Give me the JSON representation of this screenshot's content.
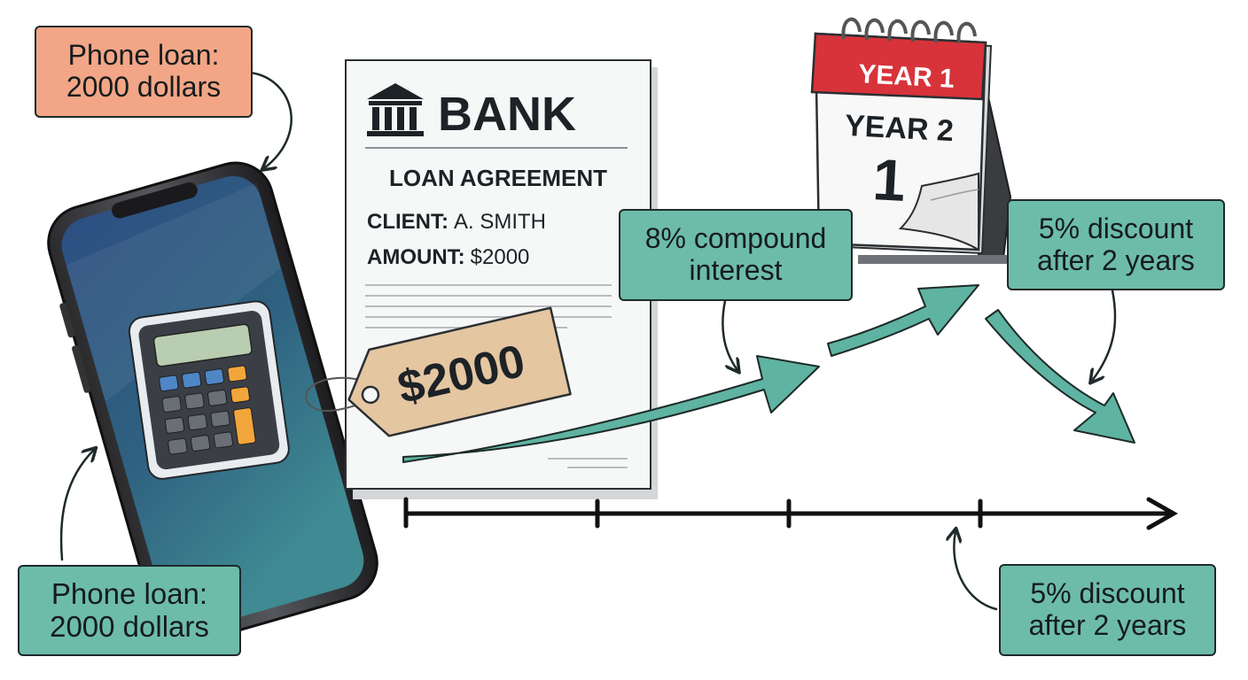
{
  "colors": {
    "salmon_callout": "#F2A687",
    "teal_callout": "#6DBCAA",
    "growth_arrow": "#5FB3A2",
    "calendar_red": "#D8333A",
    "tag_tan": "#E4C6A1",
    "phone_screen": "#2F5A86",
    "outline": "#1F2A2A"
  },
  "callouts": {
    "phone_loan_top": [
      "Phone loan:",
      "2000 dollars"
    ],
    "phone_loan_bottom": [
      "Phone loan:",
      "2000 dollars"
    ],
    "interest": [
      "8% compound",
      "interest"
    ],
    "discount_top": [
      "5% discount",
      "after 2 years"
    ],
    "discount_bottom": [
      "5% discount",
      "after 2 years"
    ]
  },
  "document": {
    "bank_name": "BANK",
    "bank_icon": "bank-building-icon",
    "agreement_title": "LOAN AGREEMENT",
    "client_label": "CLIENT:",
    "client_value": "A. SMITH",
    "amount_label": "AMOUNT:",
    "amount_value": "$2000"
  },
  "price_tag": {
    "text": "$2000"
  },
  "calendar": {
    "header": "YEAR 1",
    "page_title": "YEAR 2",
    "page_number": "1"
  },
  "phone": {
    "screen_icon": "calculator-icon"
  },
  "timeline": {
    "ticks": 4
  }
}
